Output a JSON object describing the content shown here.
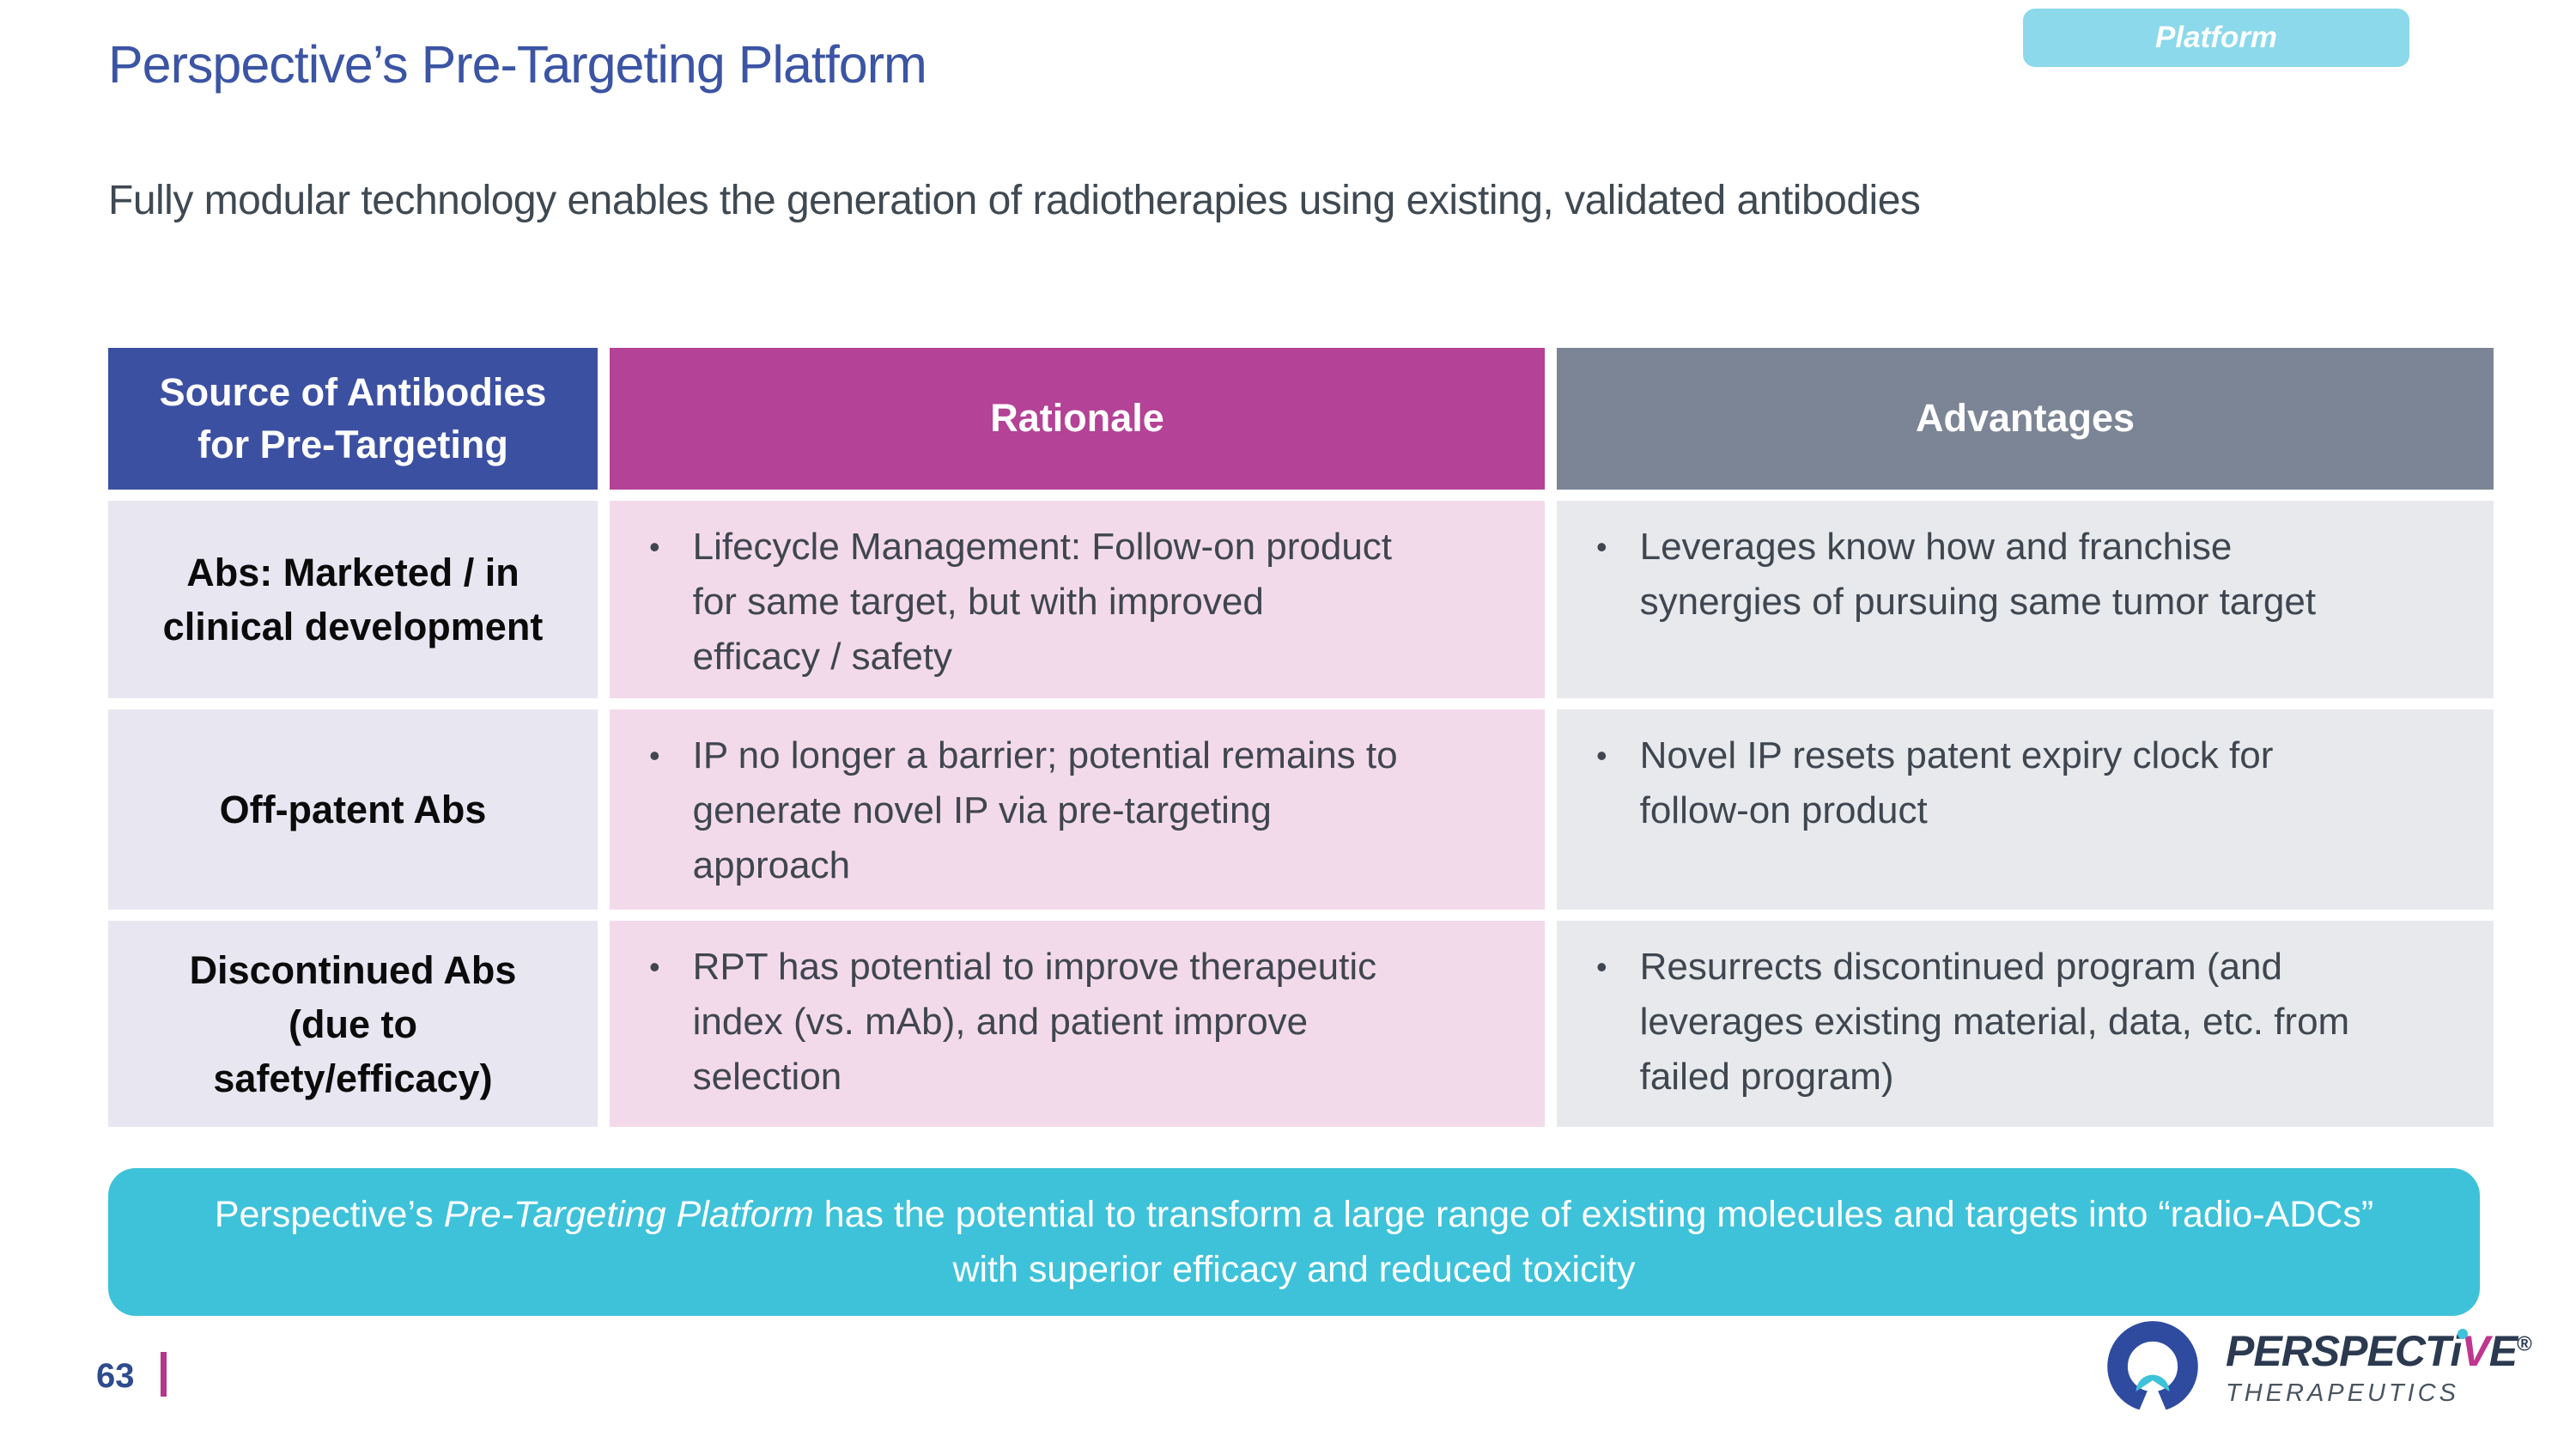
{
  "badge": {
    "label": "Platform"
  },
  "header": {
    "title": "Perspective’s Pre-Targeting Platform",
    "subtitle": "Fully modular technology enables the generation of radiotherapies using existing, validated antibodies"
  },
  "table": {
    "bullet_icon": "•",
    "columns": [
      {
        "label": "Source of Antibodies\nfor Pre-Targeting",
        "color": "#3C50A2"
      },
      {
        "label": "Rationale",
        "color": "#B44296"
      },
      {
        "label": "Advantages",
        "color": "#7B8596"
      }
    ],
    "rows": [
      {
        "source": "Abs: Marketed / in\nclinical development",
        "rationale": "Lifecycle Management: Follow-on product\nfor same target, but with improved\nefficacy / safety",
        "advantage": "Leverages know how and franchise\nsynergies of pursuing same tumor target"
      },
      {
        "source": "Off-patent Abs",
        "rationale": "IP no longer a barrier; potential remains to\ngenerate novel IP via pre-targeting\napproach",
        "advantage": "Novel IP resets patent expiry clock for\nfollow-on product"
      },
      {
        "source": "Discontinued Abs\n(due to\nsafety/efficacy)",
        "rationale": "RPT has potential to improve therapeutic\nindex (vs. mAb), and patient improve\nselection",
        "advantage": "Resurrects discontinued program (and\nleverages existing material, data, etc. from\nfailed program)"
      }
    ]
  },
  "banner": {
    "line1_prefix": "Perspective’s ",
    "line1_italic": "Pre-Targeting Platform",
    "line1_rest": " has the potential to transform a large range of existing molecules and targets into “radio-ADCs”",
    "line2": "with superior efficacy and reduced toxicity"
  },
  "footer": {
    "page_number": "63",
    "logo": {
      "brand_part1": "PERSPECT",
      "brand_i": "i",
      "brand_v": "V",
      "brand_part2": "E",
      "registered_mark": "®",
      "subtitle": "THERAPEUTICS"
    }
  },
  "colors": {
    "title_text": "#3B54A4",
    "subtitle_text": "#3F4952",
    "body_text": "#3F4650",
    "badge_bg": "#8BD9EA",
    "banner_bg": "#3EC2DA",
    "header_source_bg": "#3C50A2",
    "header_rationale_bg": "#B44296",
    "header_advantages_bg": "#7B8596",
    "source_cell_bg": "#E8E6F1",
    "rationale_cell_bg": "#F3DAEB",
    "advantage_cell_bg": "#E7E9EC",
    "page_number_text": "#2E4B8F",
    "page_bar": "#B5368D",
    "logo_navy": "#2B3A50",
    "logo_blue": "#2F4BA0",
    "logo_cyan": "#3EC2DA",
    "logo_magenta": "#C0368E"
  }
}
